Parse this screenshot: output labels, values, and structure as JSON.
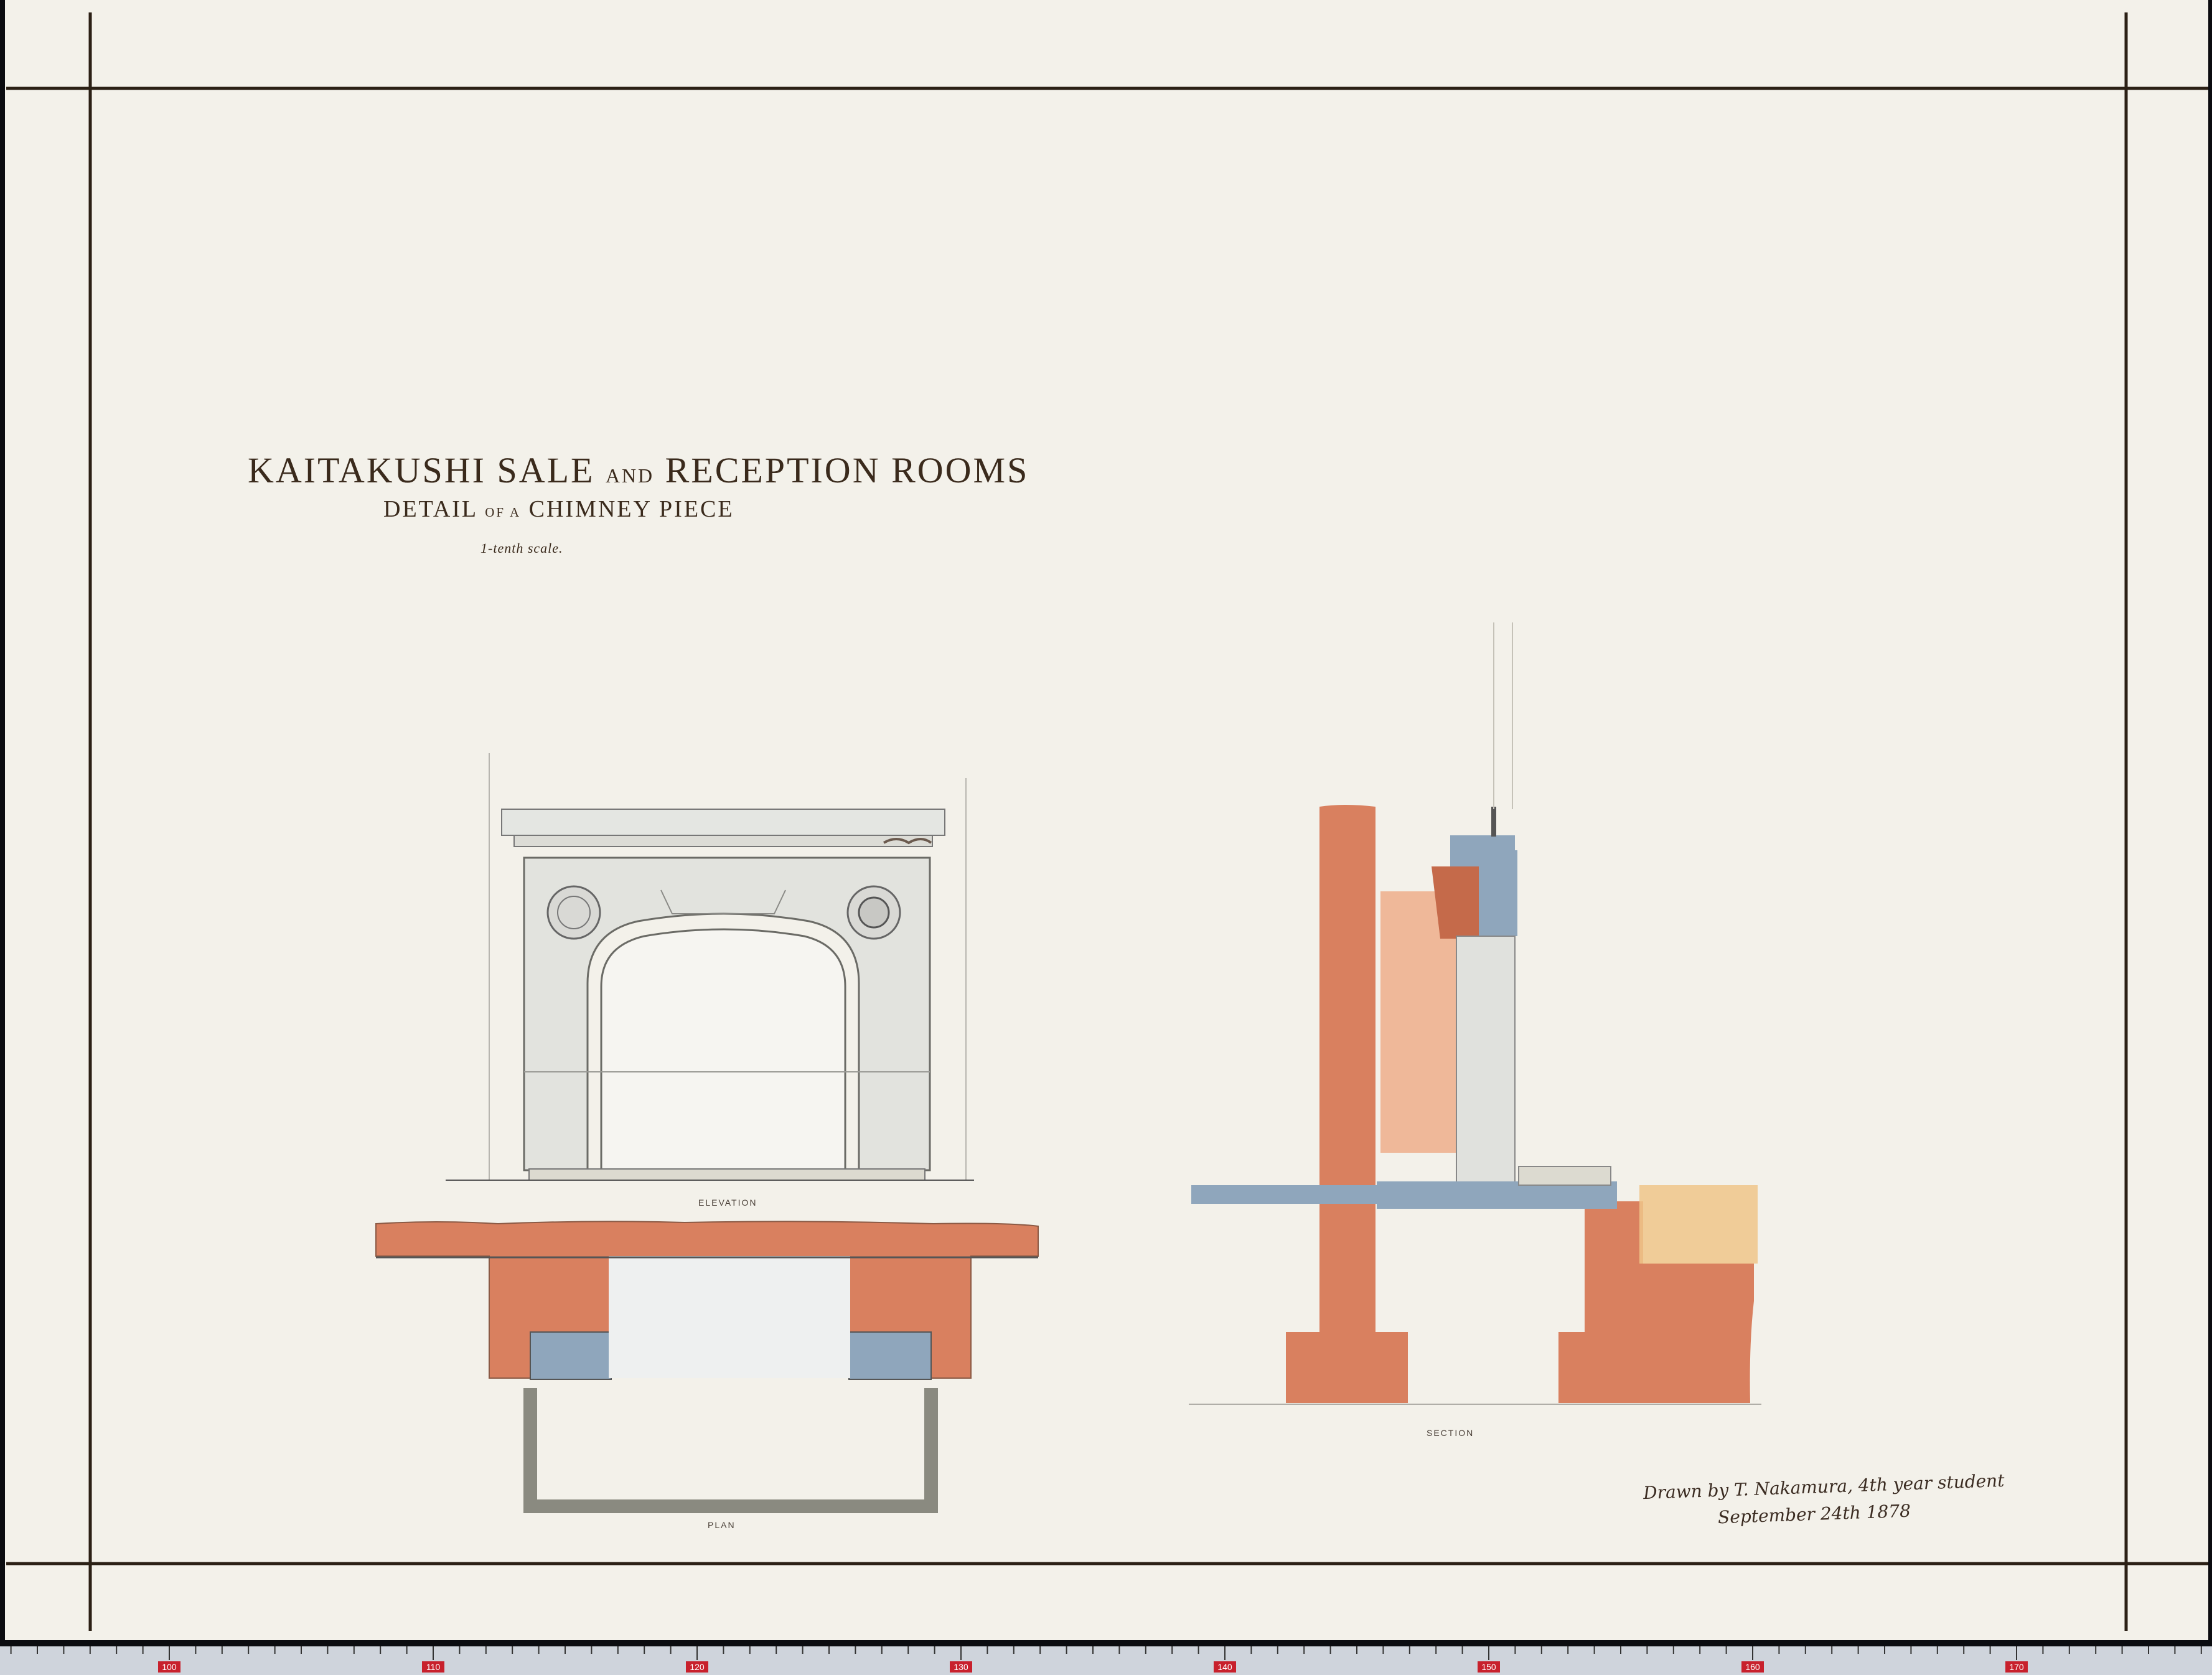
{
  "title": {
    "main_1": "KAITAKUSHI SALE",
    "main_and": "AND",
    "main_2": "RECEPTION ROOMS",
    "sub_1": "DETAIL",
    "sub_of": "OF A",
    "sub_2": "CHIMNEY PIECE",
    "scale": "1-tenth scale."
  },
  "labels": {
    "elevation": "ELEVATION",
    "plan": "PLAN",
    "section": "SECTION"
  },
  "signature": {
    "line1": "Drawn by T. Nakamura, 4th year student",
    "line2": "September 24th 1878"
  },
  "ruler": {
    "major_labels": [
      "100",
      "110",
      "120",
      "130",
      "140",
      "150",
      "160",
      "170"
    ]
  },
  "colors": {
    "paper": "#f3f1ea",
    "brick": "#d9805f",
    "brick_light": "#efb899",
    "stone_blue": "#8fa6bc",
    "wood": "#efc58a",
    "marble": "#e2e3de",
    "ink": "#3a2a1c"
  }
}
